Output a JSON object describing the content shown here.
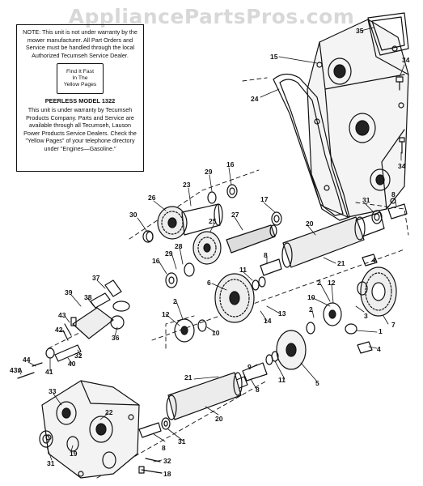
{
  "watermark": "AppliancePartsPros.com",
  "note_box": {
    "note_text": "NOTE: This unit is not under warranty by the mower manufacturer. All Part Orders and Service must be handled through the local Authorized Tecumseh Service Dealer.",
    "yellow_pages_text": "Find It Fast\nIn The\nYellow Pages",
    "model_heading": "PEERLESS MODEL 1322",
    "warranty_text": "This unit is under warranty by Tecumseh Products Company. Parts and Service are available through all Tecumseh, Lauson Power Products Service Dealers. Check the \"Yellow Pages\" of your telephone directory under \"Engines—Gasoline.\""
  },
  "callouts": [
    {
      "id": "c35",
      "text": "35"
    },
    {
      "id": "c15",
      "text": "15"
    },
    {
      "id": "c34a",
      "text": "34"
    },
    {
      "id": "c24",
      "text": "24"
    },
    {
      "id": "c34b",
      "text": "34"
    },
    {
      "id": "c16a",
      "text": "16"
    },
    {
      "id": "c29a",
      "text": "29"
    },
    {
      "id": "c23",
      "text": "23"
    },
    {
      "id": "c26",
      "text": "26"
    },
    {
      "id": "c17",
      "text": "17"
    },
    {
      "id": "c31a",
      "text": "31"
    },
    {
      "id": "c8a",
      "text": "8"
    },
    {
      "id": "c30",
      "text": "30"
    },
    {
      "id": "c27",
      "text": "27"
    },
    {
      "id": "c25",
      "text": "25"
    },
    {
      "id": "c20a",
      "text": "20"
    },
    {
      "id": "c28",
      "text": "28"
    },
    {
      "id": "c29b",
      "text": "29"
    },
    {
      "id": "c16b",
      "text": "16"
    },
    {
      "id": "c8b",
      "text": "8"
    },
    {
      "id": "c21a",
      "text": "21"
    },
    {
      "id": "c4a",
      "text": "4"
    },
    {
      "id": "c11a",
      "text": "11"
    },
    {
      "id": "c37",
      "text": "37"
    },
    {
      "id": "c6",
      "text": "6"
    },
    {
      "id": "c12a",
      "text": "12"
    },
    {
      "id": "c2a",
      "text": "2"
    },
    {
      "id": "c39",
      "text": "39"
    },
    {
      "id": "c38",
      "text": "38"
    },
    {
      "id": "c13",
      "text": "13"
    },
    {
      "id": "c43",
      "text": "43"
    },
    {
      "id": "c2b",
      "text": "2"
    },
    {
      "id": "c12b",
      "text": "12"
    },
    {
      "id": "c42",
      "text": "42"
    },
    {
      "id": "c14",
      "text": "14"
    },
    {
      "id": "c36",
      "text": "36"
    },
    {
      "id": "c10a",
      "text": "10"
    },
    {
      "id": "c2c",
      "text": "2"
    },
    {
      "id": "c10b",
      "text": "10"
    },
    {
      "id": "c3",
      "text": "3"
    },
    {
      "id": "c7",
      "text": "7"
    },
    {
      "id": "c1",
      "text": "1"
    },
    {
      "id": "c32a",
      "text": "32"
    },
    {
      "id": "c41",
      "text": "41"
    },
    {
      "id": "c44",
      "text": "44"
    },
    {
      "id": "c40",
      "text": "40"
    },
    {
      "id": "c4b",
      "text": "4"
    },
    {
      "id": "c43A",
      "text": "43A"
    },
    {
      "id": "c9",
      "text": "9"
    },
    {
      "id": "c11b",
      "text": "11"
    },
    {
      "id": "c21b",
      "text": "21"
    },
    {
      "id": "c5",
      "text": "5"
    },
    {
      "id": "c8c",
      "text": "8"
    },
    {
      "id": "c33",
      "text": "33"
    },
    {
      "id": "c20b",
      "text": "20"
    },
    {
      "id": "c22",
      "text": "22"
    },
    {
      "id": "c8d",
      "text": "8"
    },
    {
      "id": "c31b",
      "text": "31"
    },
    {
      "id": "c19",
      "text": "19"
    },
    {
      "id": "c31c",
      "text": "31"
    },
    {
      "id": "c32b",
      "text": "32"
    },
    {
      "id": "c18",
      "text": "18"
    }
  ]
}
